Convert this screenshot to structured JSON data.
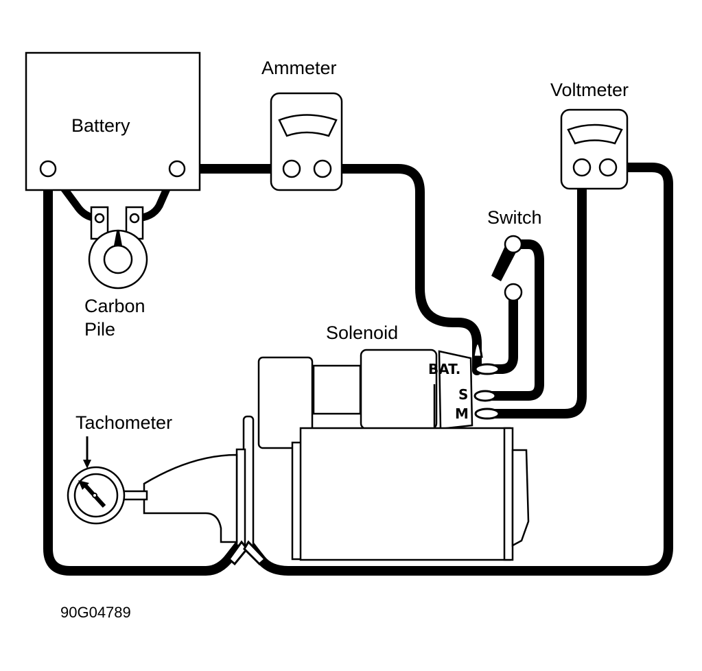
{
  "figure": {
    "title": "Starter current draw test hookup",
    "code": "90G04789"
  },
  "components": {
    "battery": "Battery",
    "ammeter": "Ammeter",
    "voltmeter": "Voltmeter",
    "switch": "Switch",
    "carbon_pile_line1": "Carbon",
    "carbon_pile_line2": "Pile",
    "solenoid": "Solenoid",
    "tachometer": "Tachometer"
  },
  "solenoid_terminals": {
    "bat": "BAT.",
    "s": "S",
    "m": "M"
  },
  "colors": {
    "ink": "#000000",
    "paper": "#ffffff"
  }
}
